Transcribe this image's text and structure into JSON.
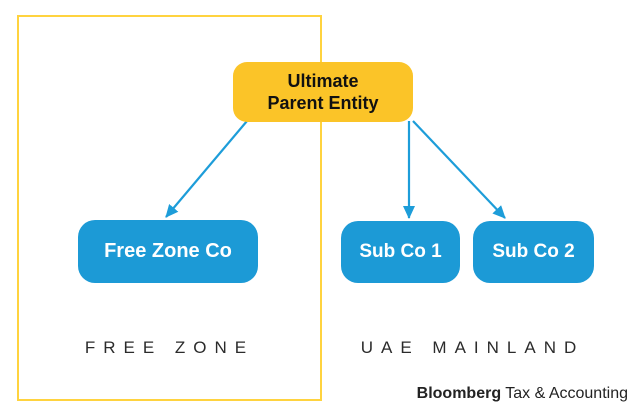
{
  "diagram": {
    "parent": {
      "label": "Ultimate\nParent Entity"
    },
    "children": [
      {
        "label": "Free Zone Co",
        "zone": "FREE ZONE"
      },
      {
        "label": "Sub Co 1",
        "zone": "UAE MAINLAND"
      },
      {
        "label": "Sub Co 2",
        "zone": "UAE MAINLAND"
      }
    ],
    "zones": [
      {
        "label": "FREE ZONE"
      },
      {
        "label": "UAE MAINLAND"
      }
    ]
  },
  "brand": {
    "name": "Bloomberg",
    "suffix": " Tax & Accounting"
  },
  "colors": {
    "yellow_fill": "#FBC428",
    "yellow_border": "#FFD33F",
    "blue_fill": "#1C9AD6",
    "arrow_blue": "#1D9DD9",
    "text_dark": "#2b2b2b",
    "text_black": "#111111",
    "text_white": "#ffffff",
    "background": "#ffffff"
  }
}
